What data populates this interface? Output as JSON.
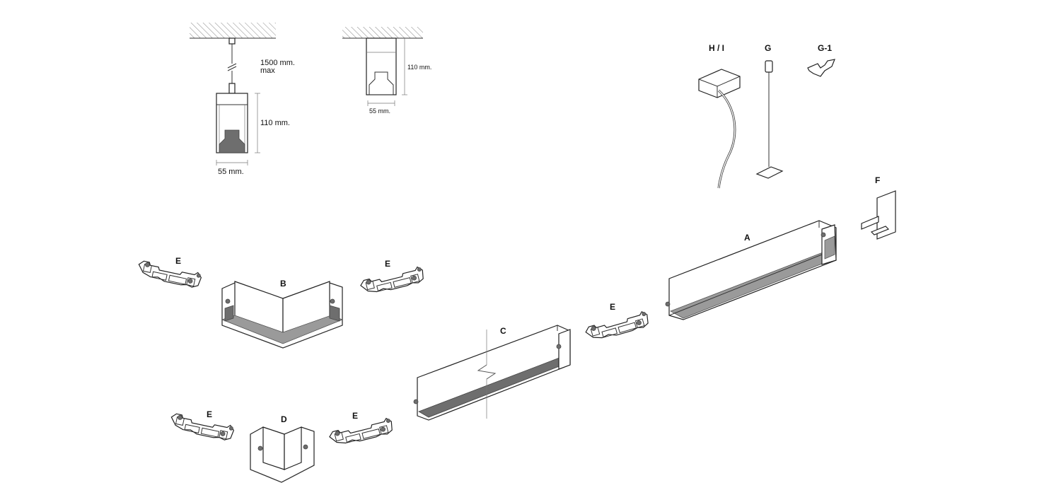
{
  "dimensions": {
    "pendant_length": "1500 mm.",
    "pendant_length_note": "max",
    "pendant_height": "110 mm.",
    "pendant_width": "55 mm.",
    "surface_height": "110 mm.",
    "surface_width": "55 mm."
  },
  "labels": {
    "a": "A",
    "b": "B",
    "c": "C",
    "d": "D",
    "e1": "E",
    "e2": "E",
    "e3": "E",
    "e4": "E",
    "e5": "E",
    "f": "F",
    "g": "G",
    "g1": "G-1",
    "hi": "H / I"
  }
}
